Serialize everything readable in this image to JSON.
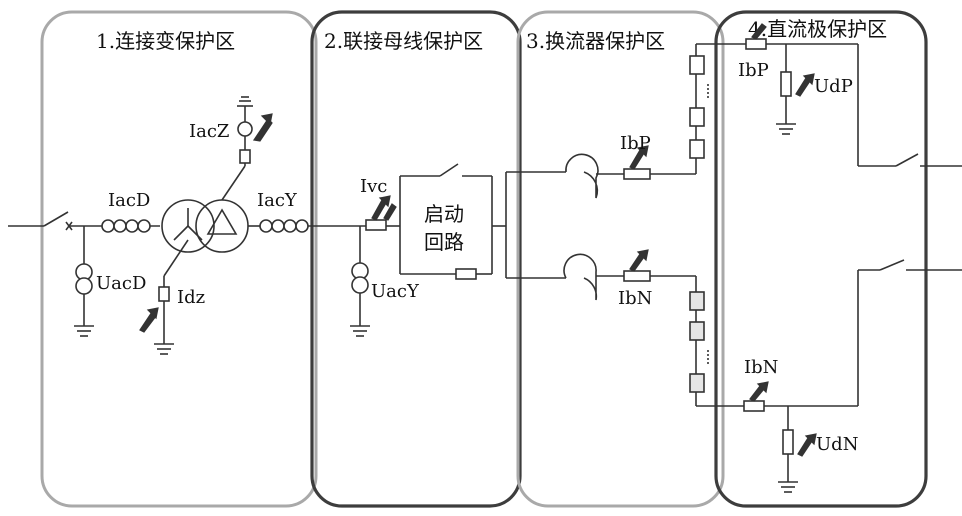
{
  "zones": [
    {
      "label": "1.连接变保护区"
    },
    {
      "label": "2.联接母线保护区"
    },
    {
      "label": "3.换流器保护区"
    },
    {
      "label": "4.直流极保护区"
    }
  ],
  "labels": {
    "iacZ": "IacZ",
    "iacD": "IacD",
    "iacY": "IacY",
    "uacD": "UacD",
    "idz": "Idz",
    "ivc": "Ivc",
    "uacY": "UacY",
    "startup": "启动",
    "circuit": "回路",
    "ibP_conv": "IbP",
    "ibN_conv": "IbN",
    "ibP_pole": "IbP",
    "udP": "UdP",
    "ibN_pole": "IbN",
    "udN": "UdN"
  },
  "colors": {
    "zone_light": "#a9a9a9",
    "zone_dark": "#3d3d3d",
    "line": "#333333"
  }
}
